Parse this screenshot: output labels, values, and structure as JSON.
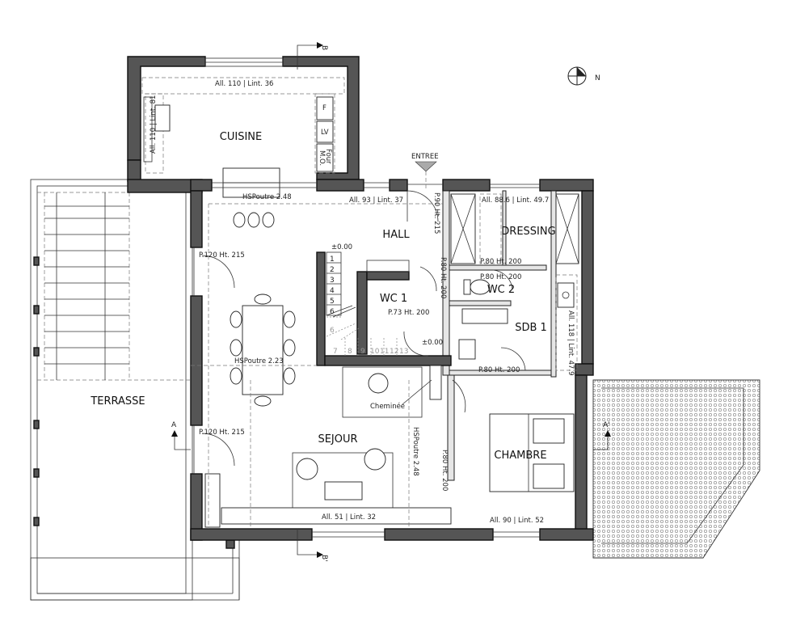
{
  "rooms": {
    "cuisine": "CUISINE",
    "hall": "HALL",
    "dressing": "DRESSING",
    "wc1": "WC 1",
    "wc2": "WC 2",
    "sdb1": "SDB 1",
    "terrasse": "TERRASSE",
    "sejour": "SEJOUR",
    "chambre": "CHAMBRE"
  },
  "entry_label": "ENTREE",
  "north_label": "N",
  "section_marks": {
    "a": "A",
    "a_prime": "A'",
    "b": "B",
    "b_prime": "B'"
  },
  "annotations": {
    "kitchen_window_top": "All. 110 | Lint. 36",
    "kitchen_window_left": "All. 110 | Lint. 81",
    "kitchen_beam": "HSPoutre 2.48",
    "hall_window": "All. 93 | Lint. 37",
    "entry_door": "P.90 Ht. 215",
    "dressing_window": "All. 88.6 | Lint. 49.7",
    "door_dressing": "P.80 Ht. 200",
    "door_wc2": "P.80 Ht. 200",
    "door_hall_right": "P.80 Ht. 200",
    "door_wc1": "P.73 Ht. 200",
    "door_sdb": "P.80 Ht. 200",
    "door_chambre": "P.80 Ht. 200",
    "patio_door_top": "P.120 Ht. 215",
    "patio_door_bottom": "P.120 Ht. 215",
    "living_beam": "HSPoutre 2.23",
    "sejour_beam": "HSPoutre 2.48",
    "sdb_window": "All. 118 | Lint. 47.9",
    "sejour_window": "All. 51 | Lint. 32",
    "chambre_window": "All. 90 | Lint. 52",
    "fireplace": "Cheminée",
    "level_top": "±0.00",
    "level_bottom": "±0.00"
  },
  "kitchen_labels": {
    "fridge": "F",
    "dishwasher": "LV",
    "oven": "Four",
    "microwave": "M.O."
  },
  "stair_steps": [
    "1",
    "2",
    "3",
    "4",
    "5",
    "6"
  ],
  "stair_steps_lower": [
    "6",
    "7",
    "8",
    "9",
    "10",
    "11",
    "12",
    "13"
  ]
}
